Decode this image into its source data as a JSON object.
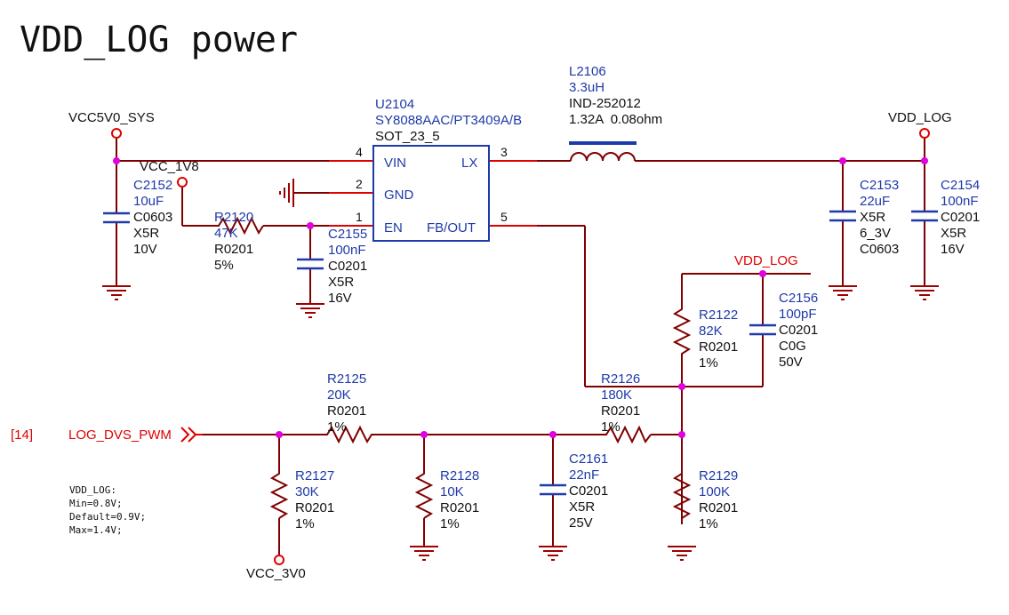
{
  "title": "VDD_LOG power",
  "nets": {
    "vcc5v0": "VCC5V0_SYS",
    "vcc1v8": "VCC_1V8",
    "vdd_log_out": "VDD_LOG",
    "vdd_log_sense": "VDD_LOG",
    "vcc3v0": "VCC_3V0",
    "pwm_ref": "[14]",
    "pwm": "LOG_DVS_PWM"
  },
  "ic": {
    "ref": "U2104",
    "part": "SY8088AAC/PT3409A/B",
    "package": "SOT_23_5",
    "pins": {
      "vin": "VIN",
      "vin_num": "4",
      "gnd": "GND",
      "gnd_num": "2",
      "en": "EN",
      "en_num": "1",
      "lx": "LX",
      "lx_num": "3",
      "fb": "FB/OUT",
      "fb_num": "5"
    }
  },
  "inductor": {
    "ref": "L2106",
    "value": "3.3uH",
    "package": "IND-252012",
    "rating": "1.32A  0.08ohm"
  },
  "components": {
    "c2152": {
      "ref": "C2152",
      "value": "10uF",
      "pkg": "C0603",
      "diel": "X5R",
      "volt": "10V"
    },
    "r2120": {
      "ref": "R2120",
      "value": "47K",
      "pkg": "R0201",
      "tol": "5%"
    },
    "c2155": {
      "ref": "C2155",
      "value": "100nF",
      "pkg": "C0201",
      "diel": "X5R",
      "volt": "16V"
    },
    "c2153": {
      "ref": "C2153",
      "value": "22uF",
      "diel": "X5R",
      "volt": "6_3V",
      "pkg": "C0603"
    },
    "c2154": {
      "ref": "C2154",
      "value": "100nF",
      "pkg": "C0201",
      "diel": "X5R",
      "volt": "16V"
    },
    "r2122": {
      "ref": "R2122",
      "value": "82K",
      "pkg": "R0201",
      "tol": "1%"
    },
    "c2156": {
      "ref": "C2156",
      "value": "100pF",
      "pkg": "C0201",
      "diel": "C0G",
      "volt": "50V"
    },
    "r2126": {
      "ref": "R2126",
      "value": "180K",
      "pkg": "R0201",
      "tol": "1%"
    },
    "r2125": {
      "ref": "R2125",
      "value": "20K",
      "pkg": "R0201",
      "tol": "1%"
    },
    "r2127": {
      "ref": "R2127",
      "value": "30K",
      "pkg": "R0201",
      "tol": "1%"
    },
    "r2128": {
      "ref": "R2128",
      "value": "10K",
      "pkg": "R0201",
      "tol": "1%"
    },
    "c2161": {
      "ref": "C2161",
      "value": "22nF",
      "pkg": "C0201",
      "diel": "X5R",
      "volt": "25V"
    },
    "r2129": {
      "ref": "R2129",
      "value": "100K",
      "pkg": "R0201",
      "tol": "1%"
    }
  },
  "note": {
    "line1": "VDD_LOG:",
    "line2": "Min=0.8V;",
    "line3": "Default=0.9V;",
    "line4": "Max=1.4V;"
  }
}
